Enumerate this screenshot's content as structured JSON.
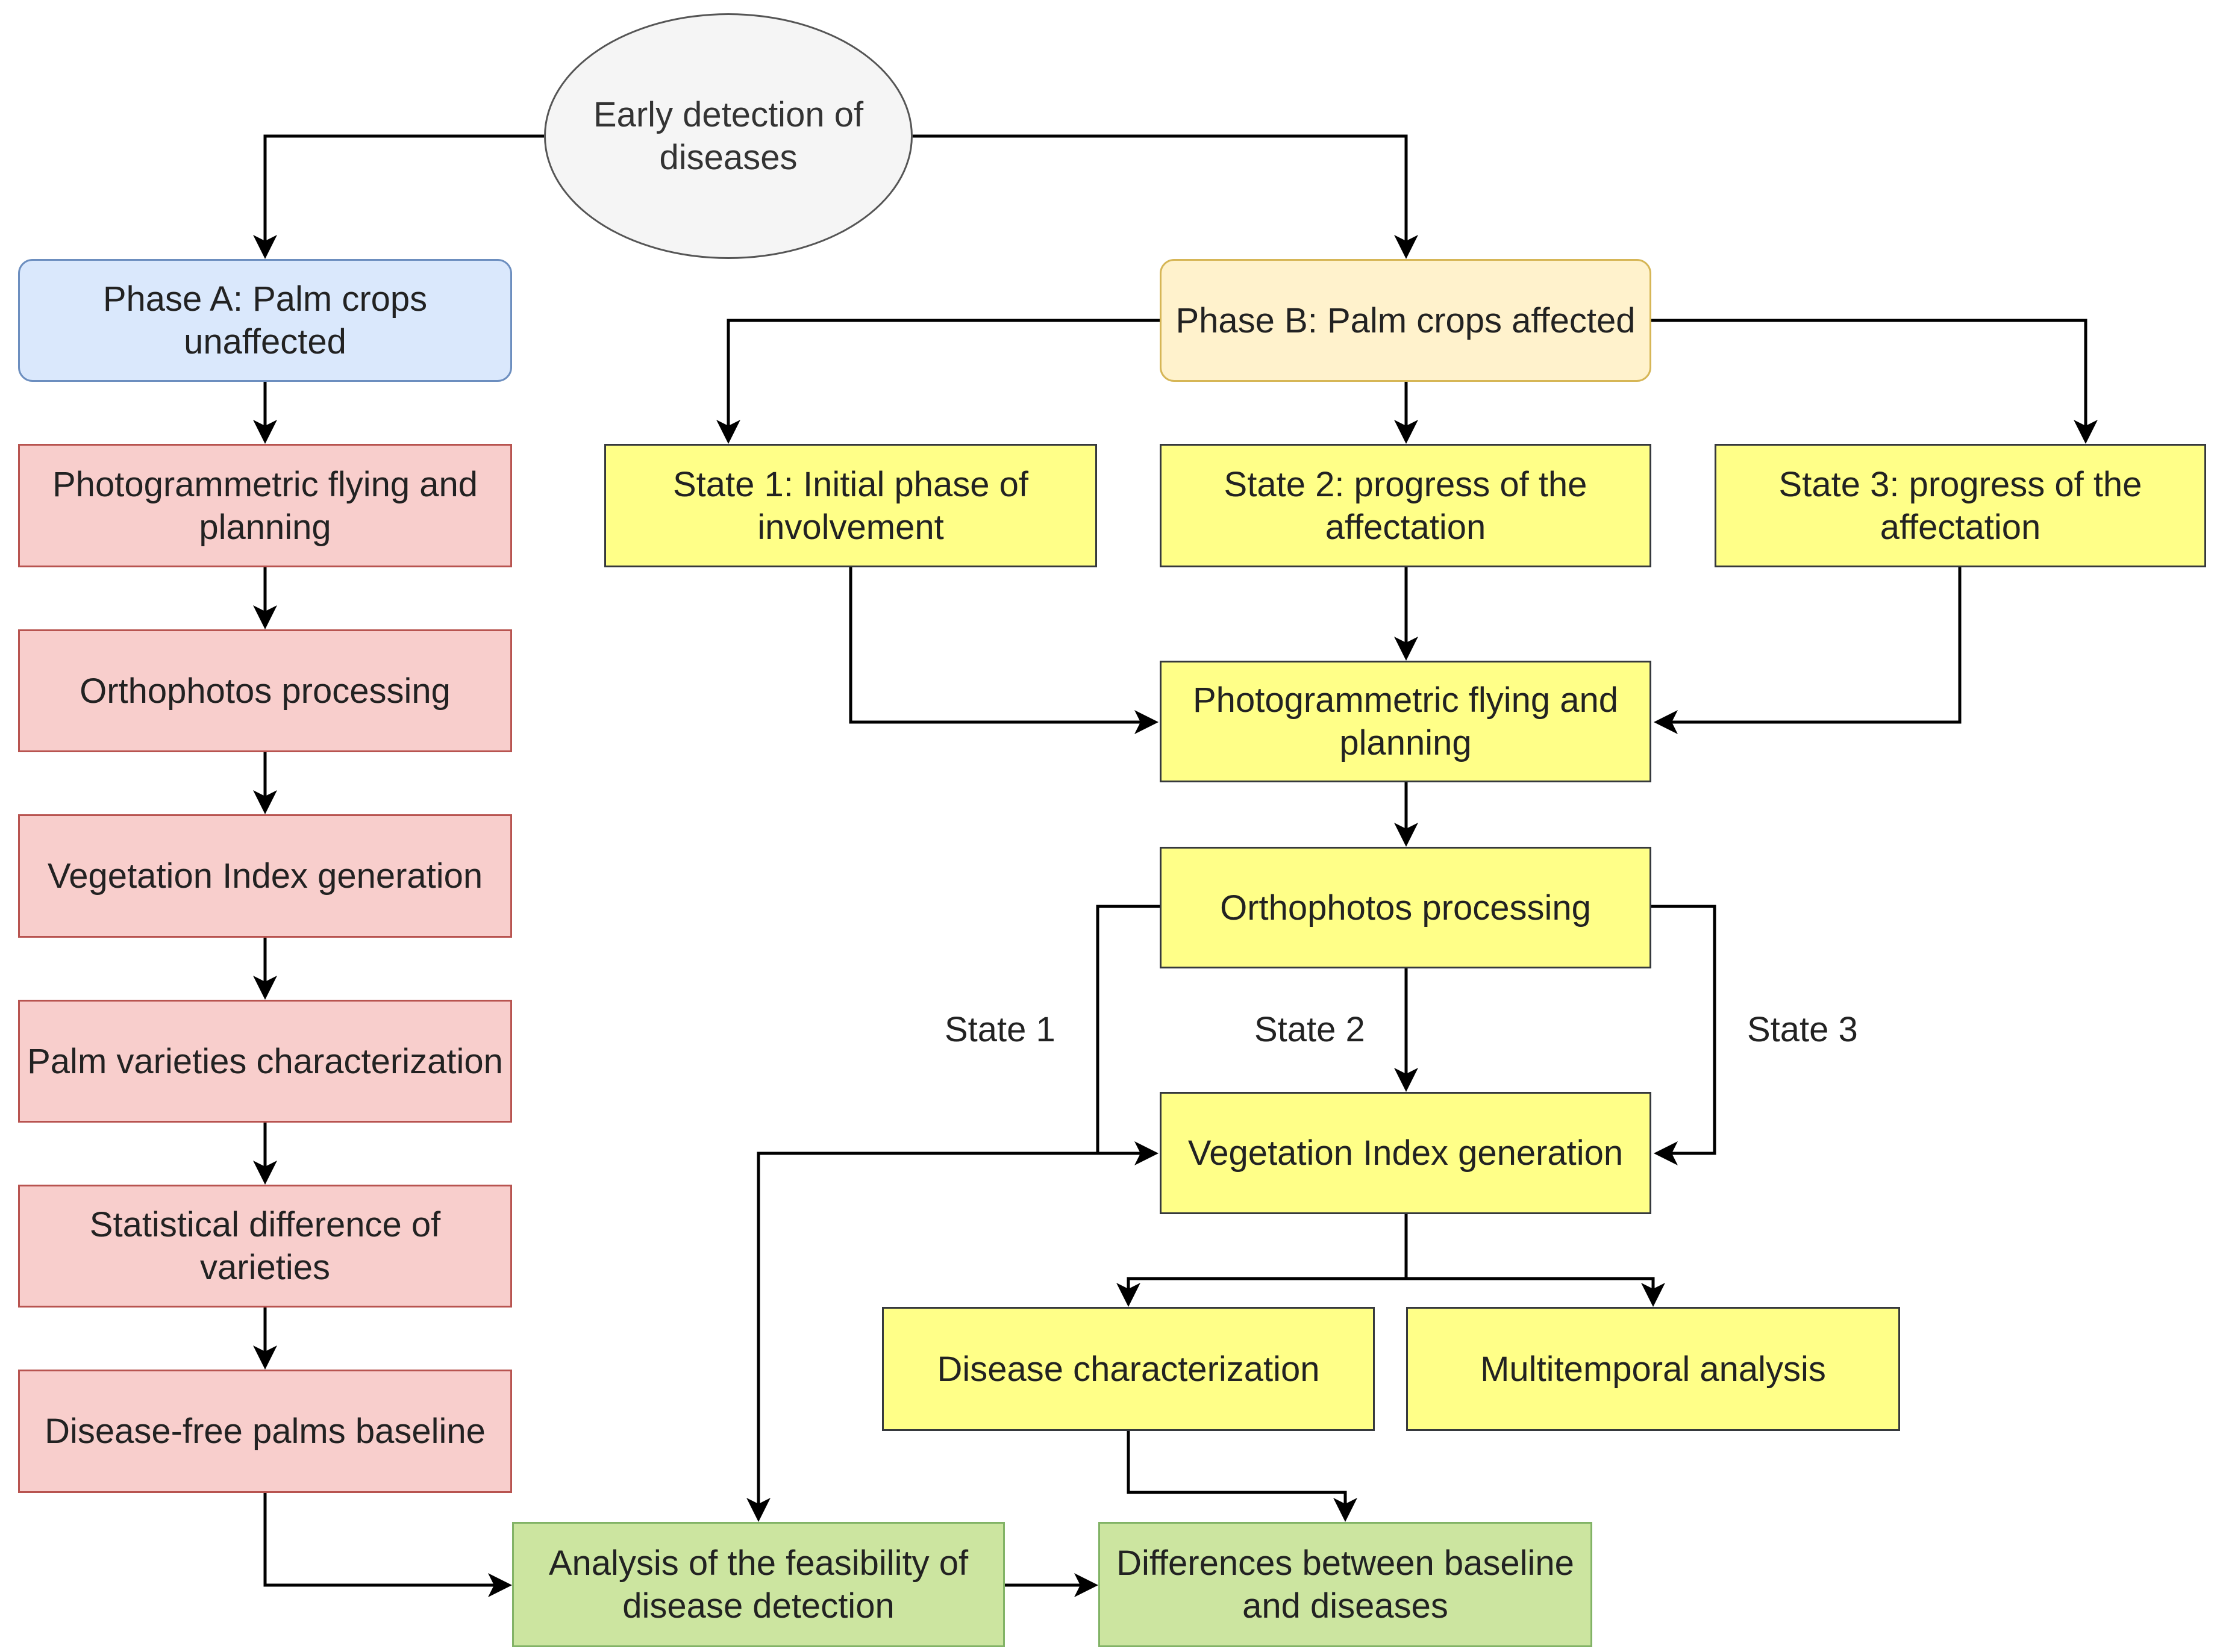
{
  "start": "Early detection of diseases",
  "phase_a": {
    "title": "Phase A: Palm crops unaffected",
    "steps": [
      "Photogrammetric flying and planning",
      "Orthophotos processing",
      "Vegetation Index generation",
      "Palm varieties characterization",
      "Statistical difference of varieties",
      "Disease-free palms baseline"
    ]
  },
  "phase_b": {
    "title": "Phase B: Palm crops affected",
    "states": [
      "State 1: Initial phase of involvement",
      "State 2: progress of the affectation",
      "State 3: progress of the affectation"
    ],
    "photogrammetry": "Photogrammetric flying and planning",
    "orthophotos": "Orthophotos processing",
    "vegetation_index": "Vegetation Index generation",
    "disease_characterization": "Disease characterization",
    "multitemporal": "Multitemporal analysis"
  },
  "edge_labels": {
    "state1": "State 1",
    "state2": "State 2",
    "state3": "State 3"
  },
  "results": {
    "feasibility": "Analysis of the feasibility of disease detection",
    "differences": "Differences between baseline and diseases"
  }
}
